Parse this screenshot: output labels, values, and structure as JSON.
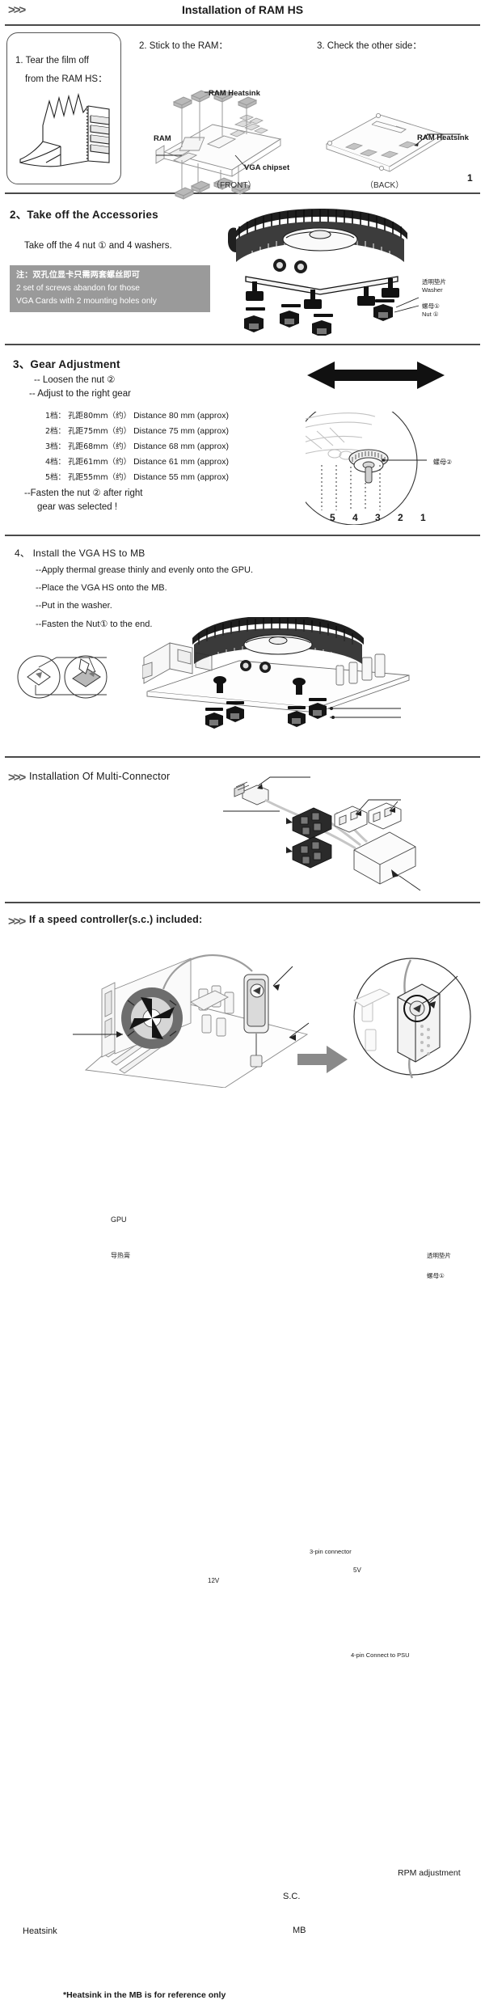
{
  "header": {
    "chevrons": ">>>",
    "title": "Installation of RAM HS"
  },
  "section1": {
    "box": {
      "line1": "1. Tear the film off",
      "line2": "from the RAM HS："
    },
    "step2_label": "2. Stick to the  RAM：",
    "step3_label": "3. Check the other side：",
    "callouts": {
      "ram_heatsink_front": "RAM Heatsink",
      "ram": "RAM",
      "vga_chipset": "VGA chipset",
      "ram_heatsink_back": "RAM Heatsink"
    },
    "front_caption": "（FRONT）",
    "back_caption": "（BACK）",
    "page_number": "1"
  },
  "section2": {
    "title": "2、Take off the Accessories",
    "instruction": "Take off the 4 nut ① and 4 washers.",
    "note": {
      "line_cn": "注：双孔位显卡只需两套螺丝即可",
      "line_en1": "2 set of screws abandon for those",
      "line_en2": "VGA Cards with 2 mounting holes only",
      "background": "#9a9a9a"
    },
    "callouts": {
      "washer_cn": "透明垫片",
      "washer_en": "Washer",
      "nut_cn": "螺母①",
      "nut_en": "Nut  ①"
    }
  },
  "section3": {
    "title": "3、Gear Adjustment",
    "bullet1": "-- Loosen the nut ②",
    "bullet2": "-- Adjust to the right gear",
    "gears": [
      {
        "cn": "1档： 孔距80mm（约）",
        "en": "Distance 80 mm (approx)"
      },
      {
        "cn": "2档： 孔距75mm（约）",
        "en": "Distance 75 mm (approx)"
      },
      {
        "cn": "3档： 孔距68mm（约）",
        "en": "Distance 68 mm (approx)"
      },
      {
        "cn": "4档： 孔距61mm（约）",
        "en": "Distance 61 mm (approx)"
      },
      {
        "cn": "5档： 孔距55mm（约）",
        "en": "Distance 55 mm (approx)"
      }
    ],
    "fasten1": "--Fasten the nut ② after right",
    "fasten2": "gear was selected !",
    "gear_scale": "5 4 3 2 1",
    "nut_callout": "螺母②"
  },
  "section4": {
    "title": "4、 Install the VGA HS to MB",
    "bullets": [
      "--Apply thermal grease thinly and evenly onto the GPU.",
      "--Place the VGA HS onto the MB.",
      "--Put in the washer.",
      "--Fasten the Nut① to the end."
    ],
    "callouts": {
      "gpu": "GPU",
      "thermal_grease_cn": "导热膏",
      "washer_cn": "透明垫片",
      "nut_cn": "螺母①"
    }
  },
  "section5": {
    "chevrons": ">>>",
    "title": "Installation Of Multi-Connector",
    "callouts": {
      "three_pin": "3-pin connector",
      "five_volt": "5V",
      "twelve_volt": "12V",
      "four_pin": "4-pin Connect to PSU"
    }
  },
  "section6": {
    "chevrons": ">>>",
    "title": "If a speed controller(s.c.) included:",
    "callouts": {
      "heatsink": "Heatsink",
      "sc": "S.C.",
      "mb": "MB",
      "rpm": "RPM adjustment"
    },
    "footnote": "*Heatsink in the MB is for reference only"
  },
  "colors": {
    "rule": "#4a4a4a",
    "note_bg": "#9a9a9a",
    "ink": "#1a1a1a",
    "art_light": "#c9c9c9",
    "art_dark": "#2b2b2b"
  }
}
